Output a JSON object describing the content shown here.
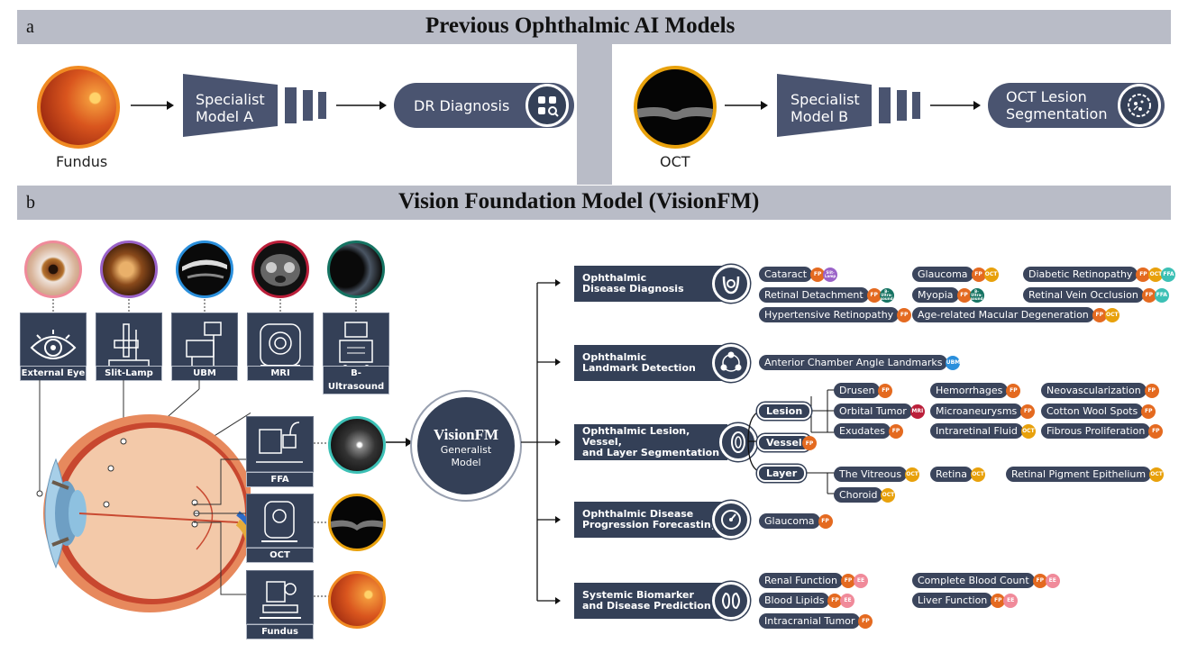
{
  "panel_a": {
    "letter": "a",
    "title": "Previous Ophthalmic AI Models",
    "left": {
      "input_label": "Fundus",
      "model_line1": "Specialist",
      "model_line2": "Model A",
      "output": "DR Diagnosis"
    },
    "right": {
      "input_label": "OCT",
      "model_line1": "Specialist",
      "model_line2": "Model B",
      "output_line1": "OCT Lesion",
      "output_line2": "Segmentation"
    }
  },
  "panel_b": {
    "letter": "b",
    "title": "Vision Foundation Model (VisionFM)",
    "devices_top": [
      "External Eye",
      "Slit-Lamp",
      "UBM",
      "MRI",
      "B-Ultrasound"
    ],
    "devices_side": [
      "FFA",
      "OCT",
      "Fundus"
    ],
    "center": {
      "name": "VisionFM",
      "line1": "Generalist",
      "line2": "Model"
    },
    "tasks": [
      {
        "line1": "Ophthalmic",
        "line2": "Disease Diagnosis",
        "line3": ""
      },
      {
        "line1": "Ophthalmic",
        "line2": "Landmark Detection",
        "line3": ""
      },
      {
        "line1": "Ophthalmic Lesion, Vessel,",
        "line2": "and Layer Segmentation",
        "line3": ""
      },
      {
        "line1": "Ophthalmic Disease",
        "line2": "Progression Forecasting",
        "line3": ""
      },
      {
        "line1": "Systemic Biomarker",
        "line2": "and Disease Prediction",
        "line3": ""
      }
    ],
    "seg_sub": [
      "Lesion",
      "Vessel",
      "Layer"
    ],
    "chips": [
      {
        "text": "Cataract",
        "badges": [
          [
            "FP",
            "fp"
          ],
          [
            "Slit-Lamp",
            "sl"
          ]
        ]
      },
      {
        "text": "Glaucoma",
        "badges": [
          [
            "FP",
            "fp"
          ],
          [
            "OCT",
            "oct"
          ]
        ]
      },
      {
        "text": "Diabetic Retinopathy",
        "badges": [
          [
            "FP",
            "fp"
          ],
          [
            "OCT",
            "oct"
          ],
          [
            "FFA",
            "ffa"
          ]
        ]
      },
      {
        "text": "Retinal Detachment",
        "badges": [
          [
            "FP",
            "fp"
          ],
          [
            "B-Ultra-sound",
            "bu"
          ]
        ]
      },
      {
        "text": "Myopia",
        "badges": [
          [
            "FP",
            "fp"
          ],
          [
            "B-Ultra-sound",
            "bu"
          ]
        ]
      },
      {
        "text": "Retinal Vein Occlusion",
        "badges": [
          [
            "FP",
            "fp"
          ],
          [
            "FFA",
            "ffa"
          ]
        ]
      },
      {
        "text": "Hypertensive Retinopathy",
        "badges": [
          [
            "FP",
            "fp"
          ]
        ]
      },
      {
        "text": "Age-related Macular Degeneration",
        "badges": [
          [
            "FP",
            "fp"
          ],
          [
            "OCT",
            "oct"
          ]
        ]
      },
      {
        "text": "Anterior Chamber Angle Landmarks",
        "badges": [
          [
            "UBM",
            "ubm"
          ]
        ]
      },
      {
        "text": "Drusen",
        "badges": [
          [
            "FP",
            "fp"
          ]
        ]
      },
      {
        "text": "Hemorrhages",
        "badges": [
          [
            "FP",
            "fp"
          ]
        ]
      },
      {
        "text": "Neovascularization",
        "badges": [
          [
            "FP",
            "fp"
          ]
        ]
      },
      {
        "text": "Orbital Tumor",
        "badges": [
          [
            "MRI",
            "mri"
          ]
        ]
      },
      {
        "text": "Microaneurysms",
        "badges": [
          [
            "FP",
            "fp"
          ]
        ]
      },
      {
        "text": "Cotton Wool Spots",
        "badges": [
          [
            "FP",
            "fp"
          ]
        ]
      },
      {
        "text": "Exudates",
        "badges": [
          [
            "FP",
            "fp"
          ]
        ]
      },
      {
        "text": "Intraretinal Fluid",
        "badges": [
          [
            "OCT",
            "oct"
          ]
        ]
      },
      {
        "text": "Fibrous Proliferation",
        "badges": [
          [
            "FP",
            "fp"
          ]
        ]
      },
      {
        "text": "The Vitreous",
        "badges": [
          [
            "OCT",
            "oct"
          ]
        ]
      },
      {
        "text": "Retina",
        "badges": [
          [
            "OCT",
            "oct"
          ]
        ]
      },
      {
        "text": "Retinal Pigment Epithelium",
        "badges": [
          [
            "OCT",
            "oct"
          ]
        ]
      },
      {
        "text": "Choroid",
        "badges": [
          [
            "OCT",
            "oct"
          ]
        ]
      },
      {
        "text": "Glaucoma",
        "badges": [
          [
            "FP",
            "fp"
          ]
        ]
      },
      {
        "text": "Renal Function",
        "badges": [
          [
            "FP",
            "fp"
          ],
          [
            "EE",
            "ee"
          ]
        ]
      },
      {
        "text": "Complete Blood Count",
        "badges": [
          [
            "FP",
            "fp"
          ],
          [
            "EE",
            "ee"
          ]
        ]
      },
      {
        "text": "Blood Lipids",
        "badges": [
          [
            "FP",
            "fp"
          ],
          [
            "EE",
            "ee"
          ]
        ]
      },
      {
        "text": "Liver Function",
        "badges": [
          [
            "FP",
            "fp"
          ],
          [
            "EE",
            "ee"
          ]
        ]
      },
      {
        "text": "Intracranial Tumor",
        "badges": [
          [
            "FP",
            "fp"
          ]
        ]
      }
    ],
    "vessel_badge": "FP"
  }
}
